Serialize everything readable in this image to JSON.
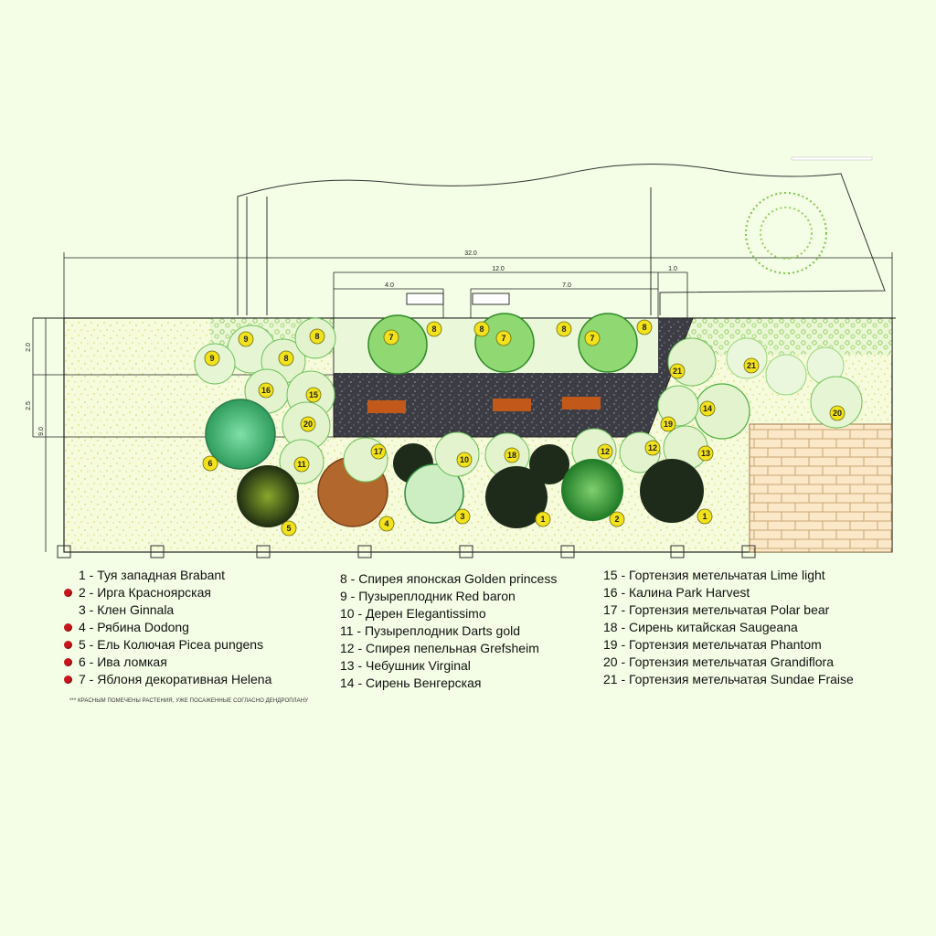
{
  "dimensions": {
    "overall": "32.0",
    "middle": "12.0",
    "left_inner": "4.0",
    "right_inner": "7.0",
    "right_small": "1.0",
    "vert_top": "2.0",
    "vert_mid": "2.5",
    "vert_total": "9.0"
  },
  "plant_labels": {
    "p1": "1",
    "p2": "2",
    "p3": "3",
    "p4": "4",
    "p5": "5",
    "p6": "6",
    "p7": "7",
    "p8": "8",
    "p9": "9",
    "p10": "10",
    "p11": "11",
    "p12": "12",
    "p13": "13",
    "p14": "14",
    "p15": "15",
    "p16": "16",
    "p17": "17",
    "p18": "18",
    "p20": "20",
    "p21": "21"
  },
  "legend": {
    "col1": [
      {
        "text": "1 - Туя западная Brabant",
        "planted": false
      },
      {
        "text": "2 - Ирга Красноярская",
        "planted": true
      },
      {
        "text": "3 - Клен Ginnala",
        "planted": false
      },
      {
        "text": "4 - Рябина Dodong",
        "planted": true
      },
      {
        "text": "5 - Ель Колючая Picea pungens",
        "planted": true
      },
      {
        "text": "6 - Ива ломкая",
        "planted": true
      },
      {
        "text": "7 - Яблоня декоративная Helena",
        "planted": true
      }
    ],
    "col2": [
      "8 - Спирея японская Golden princess",
      "9 - Пузыреплодник Red baron",
      "10 - Дерен Elegantissimo",
      "11 - Пузыреплодник Darts gold",
      "12 - Спирея пепельная Grefsheim",
      "13 - Чебушник Virginal",
      "14 - Сирень Венгерская"
    ],
    "col3": [
      "15 - Гортензия метельчатая Lime light",
      "16 - Калина Park Harvest",
      "17 - Гортензия метельчатая Polar bear",
      "18 - Сирень китайская Saugeana",
      "19 - Гортензия метельчатая Phantom",
      "20 - Гортензия метельчатая Grandiflora",
      "21 - Гортензия метельчатая Sundae Fraise"
    ]
  },
  "note": "*** КРАСНЫМ ПОМЕЧЕНЫ РАСТЕНИЯ, УЖЕ ПОСАЖЕННЫЕ СОГЛАСНО ДЕНДРОПЛАНУ",
  "colors": {
    "background": "#f4fde6",
    "planted_marker": "#c8161d",
    "label_badge": "#f2e21b",
    "gravel": "#3c3c44",
    "brick": "#fbe8c9",
    "bench": "#c2591b"
  }
}
